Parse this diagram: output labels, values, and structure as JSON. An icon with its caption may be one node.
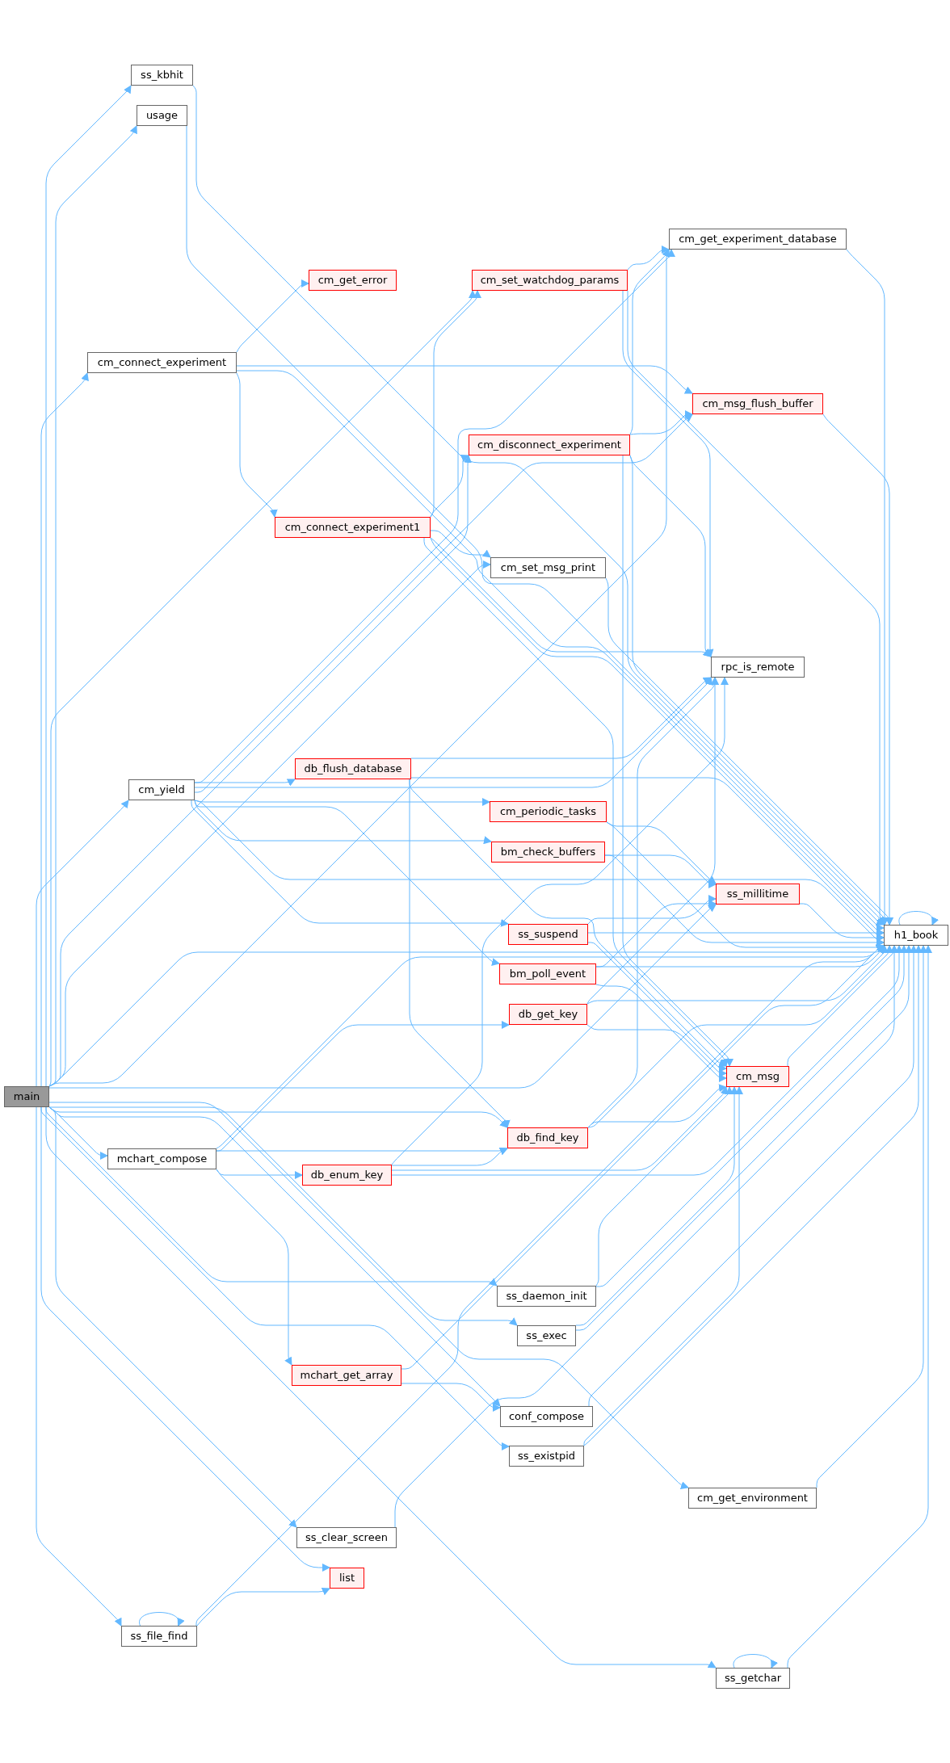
{
  "diagram": {
    "nodes": [
      {
        "text": [
          "main"
        ]
      },
      {
        "text": [
          "ss_kbhit"
        ]
      },
      {
        "text": [
          "usage"
        ]
      },
      {
        "text": [
          "cm_get_experiment_database"
        ]
      },
      {
        "text": [
          "cm_set_watchdog_params"
        ]
      },
      {
        "text": [
          "cm_get_error"
        ]
      },
      {
        "text": [
          "cm_connect_experiment"
        ]
      },
      {
        "text": [
          "cm_msg_flush_buffer"
        ]
      },
      {
        "text": [
          "cm_disconnect_experiment"
        ]
      },
      {
        "text": [
          "cm_connect_experiment1"
        ]
      },
      {
        "text": [
          "cm_set_msg_print"
        ]
      },
      {
        "text": [
          "rpc_is_remote"
        ]
      },
      {
        "text": [
          "db_flush_database"
        ]
      },
      {
        "text": [
          "cm_yield"
        ]
      },
      {
        "text": [
          "cm_periodic_tasks"
        ]
      },
      {
        "text": [
          "bm_check_buffers"
        ]
      },
      {
        "text": [
          "ss_millitime"
        ]
      },
      {
        "text": [
          "h1_book"
        ]
      },
      {
        "text": [
          "ss_suspend"
        ]
      },
      {
        "text": [
          "bm_poll_event"
        ]
      },
      {
        "text": [
          "db_get_key"
        ]
      },
      {
        "text": [
          "cm_msg"
        ]
      },
      {
        "text": [
          "db_find_key"
        ]
      },
      {
        "text": [
          "mchart_compose"
        ]
      },
      {
        "text": [
          "db_enum_key"
        ]
      },
      {
        "text": [
          "ss_daemon_init"
        ]
      },
      {
        "text": [
          "ss_exec"
        ]
      },
      {
        "text": [
          "mchart_get_array"
        ]
      },
      {
        "text": [
          "conf_compose"
        ]
      },
      {
        "text": [
          "ss_existpid"
        ]
      },
      {
        "text": [
          "cm_get_environment"
        ]
      },
      {
        "text": [
          "ss_clear_screen"
        ]
      },
      {
        "text": [
          "list"
        ]
      },
      {
        "text": [
          "ss_file_find"
        ]
      },
      {
        "text": [
          "ss_getchar"
        ]
      }
    ],
    "edges": [
      {
        "from": 0,
        "to": 1,
        "arrow": "to"
      },
      {
        "from": 0,
        "to": 2,
        "arrow": "to"
      },
      {
        "from": 0,
        "to": 17,
        "arrow": "to"
      },
      {
        "from": 0,
        "to": 3,
        "arrow": "to"
      },
      {
        "from": 0,
        "to": 4,
        "arrow": "to"
      },
      {
        "from": 0,
        "to": 6,
        "arrow": "to"
      },
      {
        "from": 0,
        "to": 8,
        "arrow": "to"
      },
      {
        "from": 0,
        "to": 10,
        "arrow": "to"
      },
      {
        "from": 0,
        "to": 13,
        "arrow": "to"
      },
      {
        "from": 0,
        "to": 16,
        "arrow": "to"
      },
      {
        "from": 0,
        "to": 22,
        "arrow": "to"
      },
      {
        "from": 0,
        "to": 23,
        "arrow": "to"
      },
      {
        "from": 0,
        "to": 25,
        "arrow": "to"
      },
      {
        "from": 0,
        "to": 26,
        "arrow": "to"
      },
      {
        "from": 0,
        "to": 28,
        "arrow": "to"
      },
      {
        "from": 0,
        "to": 29,
        "arrow": "to"
      },
      {
        "from": 0,
        "to": 30,
        "arrow": "to"
      },
      {
        "from": 0,
        "to": 31,
        "arrow": "to"
      },
      {
        "from": 0,
        "to": 32,
        "arrow": "to"
      },
      {
        "from": 0,
        "to": 33,
        "arrow": "to"
      },
      {
        "from": 0,
        "to": 34,
        "arrow": "to"
      },
      {
        "from": 1,
        "to": 17,
        "arrow": "to"
      },
      {
        "from": 2,
        "to": 17,
        "arrow": "to"
      },
      {
        "from": 3,
        "to": 17,
        "arrow": "to"
      },
      {
        "from": 4,
        "to": 3,
        "arrow": "to"
      },
      {
        "from": 4,
        "to": 17,
        "arrow": "to"
      },
      {
        "from": 4,
        "to": 11,
        "arrow": "to"
      },
      {
        "from": 6,
        "to": 5,
        "arrow": "to"
      },
      {
        "from": 6,
        "to": 17,
        "arrow": "to"
      },
      {
        "from": 6,
        "to": 7,
        "arrow": "to"
      },
      {
        "from": 6,
        "to": 9,
        "arrow": "to"
      },
      {
        "from": 7,
        "to": 17,
        "arrow": "to"
      },
      {
        "from": 8,
        "to": 3,
        "arrow": "to"
      },
      {
        "from": 8,
        "to": 7,
        "arrow": "to"
      },
      {
        "from": 8,
        "to": 17,
        "arrow": "to"
      },
      {
        "from": 8,
        "to": 11,
        "arrow": "to"
      },
      {
        "from": 8,
        "to": 21,
        "arrow": "to"
      },
      {
        "from": 9,
        "to": 4,
        "arrow": "to"
      },
      {
        "from": 9,
        "to": 8,
        "arrow": "to"
      },
      {
        "from": 9,
        "to": 17,
        "arrow": "to"
      },
      {
        "from": 9,
        "to": 10,
        "arrow": "to"
      },
      {
        "from": 9,
        "to": 11,
        "arrow": "to"
      },
      {
        "from": 9,
        "to": 21,
        "arrow": "to"
      },
      {
        "from": 10,
        "to": 17,
        "arrow": "to"
      },
      {
        "from": 12,
        "to": 11,
        "arrow": "to"
      },
      {
        "from": 12,
        "to": 17,
        "arrow": "to"
      },
      {
        "from": 12,
        "to": 22,
        "arrow": "to"
      },
      {
        "from": 12,
        "to": 21,
        "arrow": "to"
      },
      {
        "from": 13,
        "to": 3,
        "arrow": "to"
      },
      {
        "from": 13,
        "to": 7,
        "arrow": "to"
      },
      {
        "from": 13,
        "to": 17,
        "arrow": "to"
      },
      {
        "from": 13,
        "to": 11,
        "arrow": "to"
      },
      {
        "from": 13,
        "to": 12,
        "arrow": "to"
      },
      {
        "from": 13,
        "to": 14,
        "arrow": "to"
      },
      {
        "from": 13,
        "to": 15,
        "arrow": "to"
      },
      {
        "from": 13,
        "to": 18,
        "arrow": "to"
      },
      {
        "from": 13,
        "to": 19,
        "arrow": "to"
      },
      {
        "from": 14,
        "to": 17,
        "arrow": "to"
      },
      {
        "from": 14,
        "to": 16,
        "arrow": "to"
      },
      {
        "from": 15,
        "to": 17,
        "arrow": "to"
      },
      {
        "from": 15,
        "to": 16,
        "arrow": "to"
      },
      {
        "from": 16,
        "to": 17,
        "arrow": "to"
      },
      {
        "from": 17,
        "to": 17,
        "arrow": "to"
      },
      {
        "from": 18,
        "to": 16,
        "arrow": "to"
      },
      {
        "from": 18,
        "to": 17,
        "arrow": "to"
      },
      {
        "from": 18,
        "to": 21,
        "arrow": "to"
      },
      {
        "from": 19,
        "to": 16,
        "arrow": "to"
      },
      {
        "from": 19,
        "to": 17,
        "arrow": "to"
      },
      {
        "from": 19,
        "to": 21,
        "arrow": "to"
      },
      {
        "from": 20,
        "to": 11,
        "arrow": "to"
      },
      {
        "from": 20,
        "to": 17,
        "arrow": "to"
      },
      {
        "from": 20,
        "to": 21,
        "arrow": "to"
      },
      {
        "from": 21,
        "to": 17,
        "arrow": "to"
      },
      {
        "from": 22,
        "to": 11,
        "arrow": "to"
      },
      {
        "from": 22,
        "to": 21,
        "arrow": "to"
      },
      {
        "from": 22,
        "to": 17,
        "arrow": "to"
      },
      {
        "from": 23,
        "to": 20,
        "arrow": "to"
      },
      {
        "from": 23,
        "to": 22,
        "arrow": "to"
      },
      {
        "from": 23,
        "to": 24,
        "arrow": "to"
      },
      {
        "from": 23,
        "to": 17,
        "arrow": "to"
      },
      {
        "from": 23,
        "to": 27,
        "arrow": "to"
      },
      {
        "from": 24,
        "to": 11,
        "arrow": "to"
      },
      {
        "from": 24,
        "to": 22,
        "arrow": "to"
      },
      {
        "from": 24,
        "to": 21,
        "arrow": "to"
      },
      {
        "from": 24,
        "to": 17,
        "arrow": "to"
      },
      {
        "from": 25,
        "to": 21,
        "arrow": "to"
      },
      {
        "from": 25,
        "to": 17,
        "arrow": "to"
      },
      {
        "from": 26,
        "to": 21,
        "arrow": "to"
      },
      {
        "from": 26,
        "to": 17,
        "arrow": "to"
      },
      {
        "from": 27,
        "to": 17,
        "arrow": "to"
      },
      {
        "from": 27,
        "to": 28,
        "arrow": "to"
      },
      {
        "from": 28,
        "to": 17,
        "arrow": "to"
      },
      {
        "from": 29,
        "to": 21,
        "arrow": "to"
      },
      {
        "from": 29,
        "to": 17,
        "arrow": "to"
      },
      {
        "from": 30,
        "to": 17,
        "arrow": "to"
      },
      {
        "from": 31,
        "to": 17,
        "arrow": "to"
      },
      {
        "from": 33,
        "to": 33,
        "arrow": "to"
      },
      {
        "from": 33,
        "to": 32,
        "arrow": "to"
      },
      {
        "from": 33,
        "to": 17,
        "arrow": "to"
      },
      {
        "from": 34,
        "to": 34,
        "arrow": "to"
      },
      {
        "from": 34,
        "to": 17,
        "arrow": "to"
      }
    ]
  }
}
